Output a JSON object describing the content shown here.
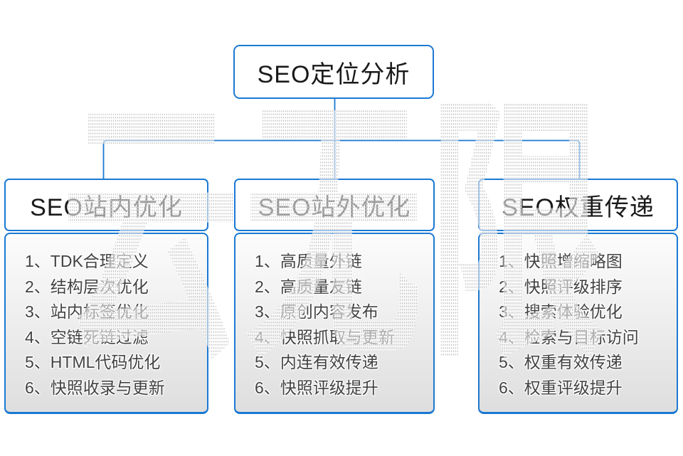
{
  "diagram": {
    "root": {
      "title": "SEO定位分析"
    },
    "branches": [
      {
        "title": "SEO站内优化",
        "items": [
          "1、TDK合理定义",
          "2、结构层次优化",
          "3、站内标签优化",
          "4、空链死链过滤",
          "5、HTML代码优化",
          "6、快照收录与更新"
        ]
      },
      {
        "title": "SEO站外优化",
        "items": [
          "1、高质量外链",
          "2、高质量友链",
          "3、原创内容发布",
          "4、快照抓取与更新",
          "5、内连有效传递",
          "6、快照评级提升"
        ]
      },
      {
        "title": "SEO权重传递",
        "items": [
          "1、快照增缩略图",
          "2、快照评级排序",
          "3、搜索体验优化",
          "4、检索与目标访问",
          "5、权重有效传递",
          "6、权重评级提升"
        ]
      }
    ]
  },
  "watermark": {
    "text": "云无限"
  },
  "colors": {
    "accent_blue": "#1b79d2",
    "list_text": "#424242",
    "panel_gray_top": "#fcfcfc",
    "panel_gray_bottom": "#dedede",
    "background": "#ffffff"
  }
}
